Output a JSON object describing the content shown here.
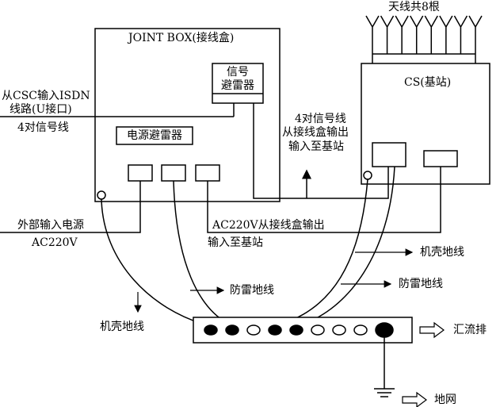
{
  "antenna_label": "天线共8根",
  "antenna_count": 8,
  "joint_box": {
    "title": "JOINT BOX(接线盒)",
    "signal_arrester": [
      "信号",
      "避雷器"
    ],
    "power_arrester": "电源避雷器"
  },
  "base_station": {
    "title": "CS(基站)"
  },
  "left_labels": {
    "isdn_line1": "从CSC输入ISDN",
    "isdn_line2": "线路(U接口)",
    "signal_pairs": "4对信号线",
    "power_in": "外部输入电源",
    "ac": "AC220V"
  },
  "middle_labels": {
    "signal_out1": "4对信号线",
    "signal_out2": "从接线盒输出",
    "signal_out3": "输入至基站",
    "ac_out1": "AC220V从接线盒输出",
    "ac_out2": "输入至基站"
  },
  "ground_labels": {
    "chassis_ground_right": "机壳地线",
    "lightning_ground_right": "防雷地线",
    "lightning_ground_left": "防雷地线",
    "chassis_ground_left": "机壳地线",
    "busbar": "汇流排",
    "earth": "地网"
  },
  "busbar_holes": [
    "filled",
    "filled",
    "open",
    "filled",
    "filled",
    "open",
    "open",
    "open",
    "large"
  ]
}
